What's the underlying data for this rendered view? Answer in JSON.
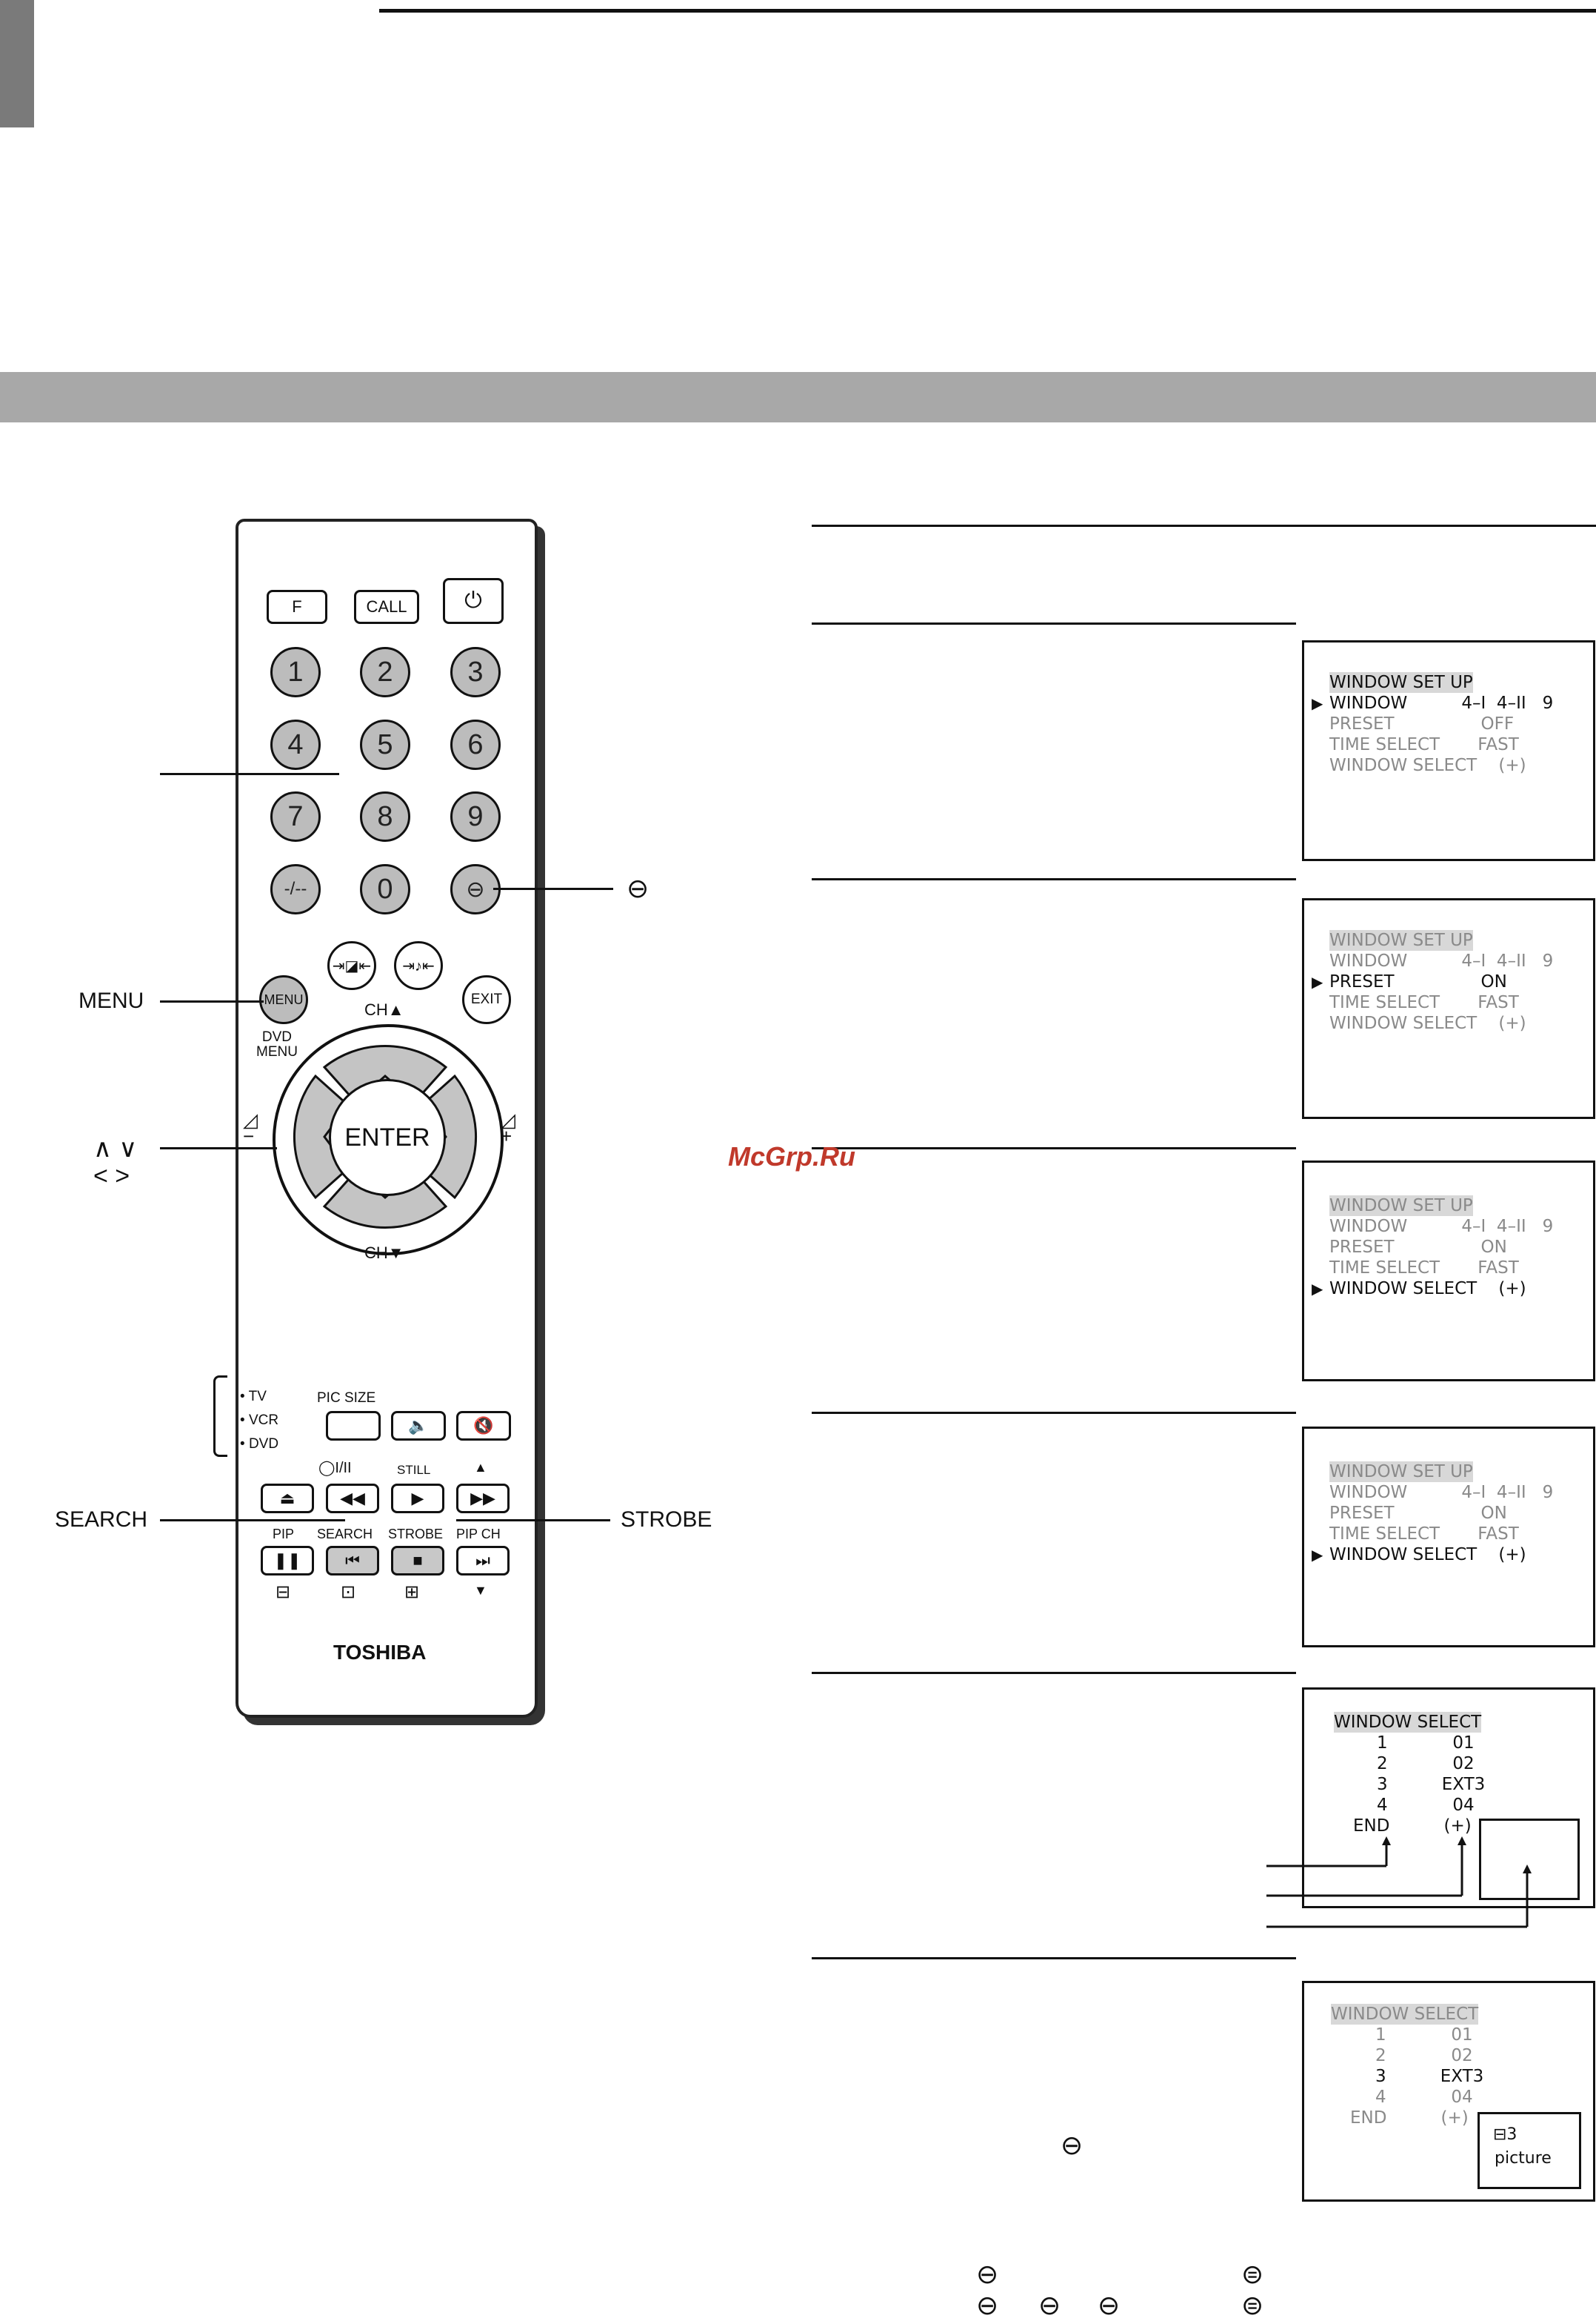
{
  "remote": {
    "btn_f": "F",
    "btn_call": "CALL",
    "power_icon": "⏻",
    "digits": [
      "1",
      "2",
      "3",
      "4",
      "5",
      "6",
      "7",
      "8",
      "9",
      "-/--",
      "0"
    ],
    "menu_btn": "MENU",
    "exit_btn": "EXIT",
    "ch_up": "CH▲",
    "ch_down": "CH▼",
    "dvd_menu": "DVD\nMENU",
    "enter_btn": "ENTER",
    "vol_minus": "◿\n−",
    "vol_plus": "◿\n+",
    "mode_tv": "TV",
    "mode_vcr": "VCR",
    "mode_dvd": "DVD",
    "pic_size": "PIC SIZE",
    "sound_label": "◯I/II",
    "still_label": "STILL",
    "up_tri": "▲",
    "down_tri": "▼",
    "pip_label": "PIP",
    "search_label": "SEARCH",
    "strobe_label": "STROBE",
    "pip_ch_label": "PIP CH",
    "brand": "TOSHIBA"
  },
  "callouts": {
    "menu": "MENU",
    "arrows_top": "∧ ∨",
    "arrows_bottom": "< >",
    "search": "SEARCH",
    "strobe": "STROBE",
    "input_symbol": "⊖"
  },
  "osd1": {
    "title": "WINDOW SET UP",
    "r1": "WINDOW          4–I  4–II   9",
    "r2": "PRESET                OFF",
    "r3": "TIME SELECT       FAST",
    "r4": "WINDOW SELECT    (+)"
  },
  "osd2": {
    "title": "WINDOW SET UP",
    "r1": "WINDOW          4–I  4–II   9",
    "r2": "PRESET                ON",
    "r3": "TIME SELECT       FAST",
    "r4": "WINDOW SELECT    (+)"
  },
  "osd3": {
    "title": "WINDOW SET UP",
    "r1": "WINDOW          4–I  4–II   9",
    "r2": "PRESET                ON",
    "r3": "TIME SELECT       FAST",
    "r4": "WINDOW SELECT    (+)"
  },
  "osd4": {
    "title": "WINDOW SET UP",
    "r1": "WINDOW          4–I  4–II   9",
    "r2": "PRESET                ON",
    "r3": "TIME SELECT       FAST",
    "r4": "WINDOW SELECT    (+)"
  },
  "osd5": {
    "title": "WINDOW SELECT",
    "rows": [
      "1            01",
      "2            02",
      "3          EXT3",
      "4            04",
      "END          (+)"
    ]
  },
  "osd6": {
    "title": "WINDOW SELECT",
    "rows": [
      "1            01",
      "2            02",
      "3          EXT3",
      "4            04",
      "END          (+)"
    ],
    "pip_line1": "⊟3",
    "pip_line2": "picture"
  },
  "watermark": "McGrp.Ru"
}
